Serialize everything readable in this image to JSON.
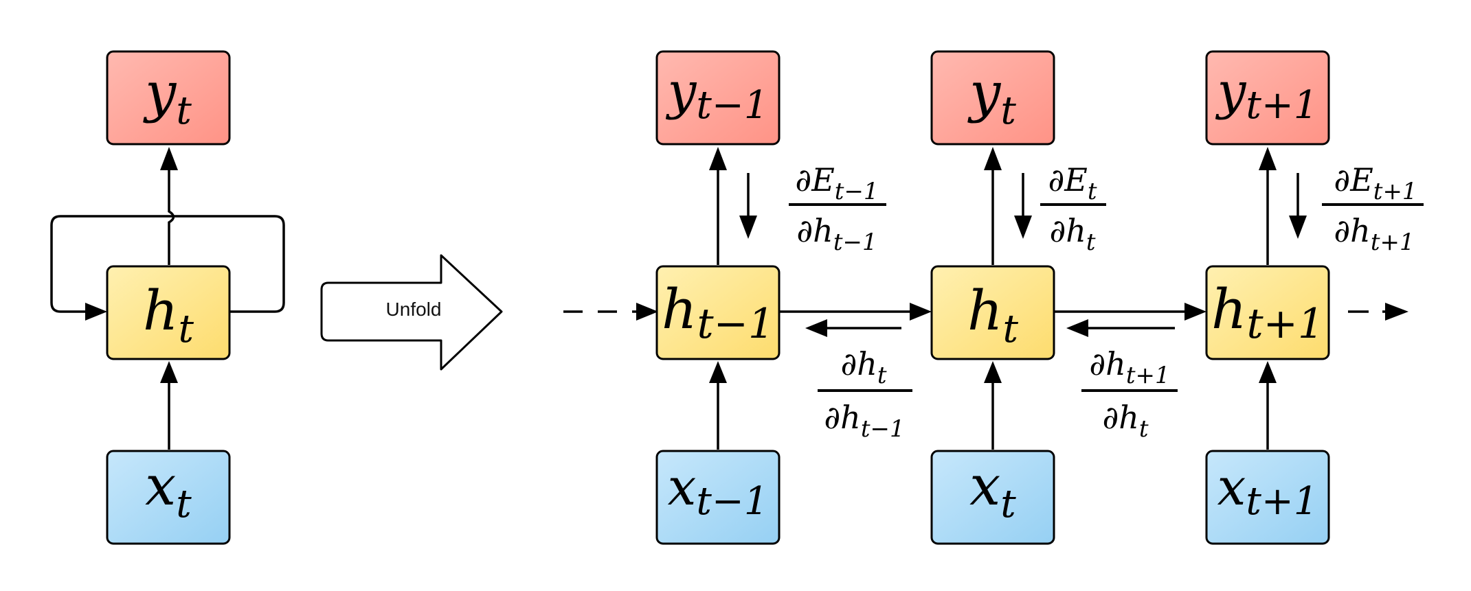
{
  "folded": {
    "output": {
      "var": "y",
      "sub": "t"
    },
    "hidden": {
      "var": "h",
      "sub": "t"
    },
    "input": {
      "var": "x",
      "sub": "t"
    }
  },
  "unfold_label": "Unfold",
  "steps": [
    {
      "output": {
        "var": "y",
        "sub": "t−1"
      },
      "hidden": {
        "var": "h",
        "sub": "t−1"
      },
      "input": {
        "var": "x",
        "sub": "t−1"
      },
      "error_grad": {
        "num_var": "∂E",
        "num_sub": "t−1",
        "den_var": "∂h",
        "den_sub": "t−1"
      }
    },
    {
      "output": {
        "var": "y",
        "sub": "t"
      },
      "hidden": {
        "var": "h",
        "sub": "t"
      },
      "input": {
        "var": "x",
        "sub": "t"
      },
      "error_grad": {
        "num_var": "∂E",
        "num_sub": "t",
        "den_var": "∂h",
        "den_sub": "t"
      }
    },
    {
      "output": {
        "var": "y",
        "sub": "t+1"
      },
      "hidden": {
        "var": "h",
        "sub": "t+1"
      },
      "input": {
        "var": "x",
        "sub": "t+1"
      },
      "error_grad": {
        "num_var": "∂E",
        "num_sub": "t+1",
        "den_var": "∂h",
        "den_sub": "t+1"
      }
    }
  ],
  "hidden_grads": [
    {
      "num_var": "∂h",
      "num_sub": "t",
      "den_var": "∂h",
      "den_sub": "t−1"
    },
    {
      "num_var": "∂h",
      "num_sub": "t+1",
      "den_var": "∂h",
      "den_sub": "t"
    }
  ],
  "colors": {
    "output_fill_light": "#ffb9b0",
    "output_fill_dark": "#ff9386",
    "hidden_fill_light": "#fff0b0",
    "hidden_fill_dark": "#fddc6e",
    "input_fill_light": "#c6e7fb",
    "input_fill_dark": "#96d0f3"
  }
}
